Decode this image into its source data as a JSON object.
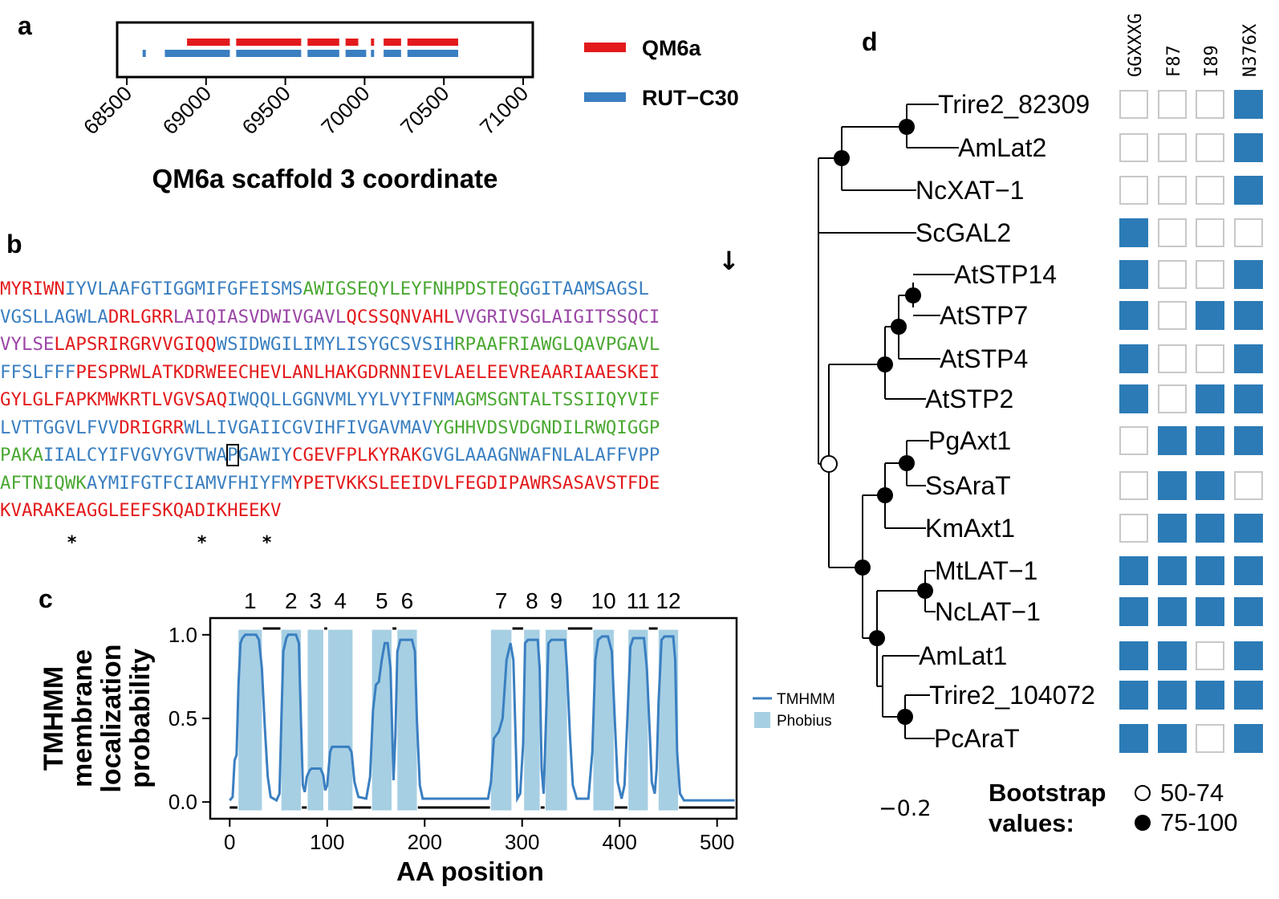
{
  "panels": {
    "a": "a",
    "b": "b",
    "c": "c",
    "d": "d"
  },
  "colors": {
    "red": "#e31a1c",
    "blue": "#3a7fc1",
    "green": "#4aa832",
    "purple": "#9b45a6",
    "lightblue": "#a6cfe3",
    "tmhmm_line": "#3a7fc1",
    "heat_fill": "#2c7bb6",
    "heat_empty": "#ffffff",
    "heat_border": "#c8c8c8"
  },
  "chart_data": [
    {
      "id": "a",
      "type": "bar",
      "xlabel": "QM6a scaffold 3 coordinate",
      "xlim": [
        68500,
        71000
      ],
      "xticks": [
        68500,
        69000,
        69500,
        70000,
        70500,
        71000
      ],
      "legend": [
        {
          "name": "QM6a",
          "color": "#e31a1c"
        },
        {
          "name": "RUT−C30",
          "color": "#3a7fc1"
        }
      ],
      "series": [
        {
          "name": "QM6a",
          "segments": [
            [
              68880,
              69150
            ],
            [
              69190,
              69600
            ],
            [
              69640,
              69840
            ],
            [
              69880,
              69960
            ],
            [
              70040,
              70060
            ],
            [
              70120,
              70230
            ],
            [
              70270,
              70590
            ]
          ]
        },
        {
          "name": "RUT−C30",
          "segments": [
            [
              68600,
              68620
            ],
            [
              68740,
              69150
            ],
            [
              69190,
              69600
            ],
            [
              69640,
              69840
            ],
            [
              69880,
              70010
            ],
            [
              70040,
              70060
            ],
            [
              70120,
              70230
            ],
            [
              70270,
              70590
            ]
          ]
        }
      ]
    },
    {
      "id": "c",
      "type": "line",
      "xlabel": "AA position",
      "ylabel": "TMHMM\nmembrane\nlocalization\nprobability",
      "xlim": [
        -20,
        520
      ],
      "ylim": [
        -0.1,
        1.1
      ],
      "xticks": [
        0,
        100,
        200,
        300,
        400,
        500
      ],
      "yticks": [
        "0.0",
        "0.5",
        "1.0"
      ],
      "legend": [
        {
          "name": "TMHMM",
          "kind": "line"
        },
        {
          "name": "Phobius",
          "kind": "box"
        }
      ],
      "tm_labels": [
        "1",
        "2",
        "3",
        "4",
        "5",
        "6",
        "7",
        "8",
        "9",
        "10",
        "11",
        "12"
      ],
      "phobius_regions": [
        [
          9,
          33
        ],
        [
          53,
          73
        ],
        [
          80,
          96
        ],
        [
          101,
          126
        ],
        [
          146,
          166
        ],
        [
          172,
          192
        ],
        [
          268,
          289
        ],
        [
          302,
          318
        ],
        [
          324,
          346
        ],
        [
          373,
          394
        ],
        [
          409,
          429
        ],
        [
          440,
          460
        ]
      ],
      "topology_bars": {
        "top": [
          [
            34,
            52
          ],
          [
            97,
            100
          ],
          [
            167,
            171
          ],
          [
            290,
            301
          ],
          [
            347,
            372
          ],
          [
            430,
            439
          ]
        ],
        "bottom": [
          [
            0,
            8
          ],
          [
            74,
            79
          ],
          [
            127,
            145
          ],
          [
            193,
            267
          ],
          [
            319,
            323
          ],
          [
            395,
            408
          ],
          [
            461,
            518
          ]
        ]
      },
      "tmhmm_profile": [
        [
          0,
          0.01
        ],
        [
          3,
          0.03
        ],
        [
          5,
          0.25
        ],
        [
          7,
          0.28
        ],
        [
          9,
          0.7
        ],
        [
          11,
          0.95
        ],
        [
          13,
          0.98
        ],
        [
          16,
          1.0
        ],
        [
          27,
          1.0
        ],
        [
          30,
          0.97
        ],
        [
          33,
          0.8
        ],
        [
          36,
          0.45
        ],
        [
          39,
          0.15
        ],
        [
          42,
          0.03
        ],
        [
          48,
          0.01
        ],
        [
          51,
          0.05
        ],
        [
          53,
          0.5
        ],
        [
          55,
          0.9
        ],
        [
          58,
          0.98
        ],
        [
          60,
          1.0
        ],
        [
          68,
          1.0
        ],
        [
          71,
          0.95
        ],
        [
          73,
          0.5
        ],
        [
          75,
          0.1
        ],
        [
          77,
          0.06
        ],
        [
          79,
          0.15
        ],
        [
          82,
          0.19
        ],
        [
          84,
          0.2
        ],
        [
          93,
          0.2
        ],
        [
          96,
          0.16
        ],
        [
          98,
          0.07
        ],
        [
          100,
          0.1
        ],
        [
          103,
          0.3
        ],
        [
          105,
          0.33
        ],
        [
          122,
          0.33
        ],
        [
          125,
          0.3
        ],
        [
          128,
          0.12
        ],
        [
          132,
          0.03
        ],
        [
          140,
          0.02
        ],
        [
          144,
          0.15
        ],
        [
          147,
          0.55
        ],
        [
          150,
          0.7
        ],
        [
          153,
          0.72
        ],
        [
          156,
          0.85
        ],
        [
          159,
          0.95
        ],
        [
          162,
          0.95
        ],
        [
          165,
          0.8
        ],
        [
          167,
          0.35
        ],
        [
          168,
          0.13
        ],
        [
          170,
          0.4
        ],
        [
          172,
          0.9
        ],
        [
          175,
          0.97
        ],
        [
          187,
          0.97
        ],
        [
          190,
          0.9
        ],
        [
          192,
          0.5
        ],
        [
          195,
          0.1
        ],
        [
          198,
          0.02
        ],
        [
          265,
          0.02
        ],
        [
          268,
          0.12
        ],
        [
          271,
          0.38
        ],
        [
          276,
          0.42
        ],
        [
          280,
          0.5
        ],
        [
          284,
          0.85
        ],
        [
          288,
          0.95
        ],
        [
          291,
          0.85
        ],
        [
          293,
          0.45
        ],
        [
          295,
          0.02
        ],
        [
          298,
          0.05
        ],
        [
          301,
          0.35
        ],
        [
          303,
          0.95
        ],
        [
          306,
          0.97
        ],
        [
          316,
          0.97
        ],
        [
          318,
          0.8
        ],
        [
          320,
          0.2
        ],
        [
          322,
          0.05
        ],
        [
          324,
          0.4
        ],
        [
          327,
          0.95
        ],
        [
          330,
          0.97
        ],
        [
          344,
          0.97
        ],
        [
          346,
          0.8
        ],
        [
          349,
          0.4
        ],
        [
          352,
          0.1
        ],
        [
          356,
          0.02
        ],
        [
          368,
          0.02
        ],
        [
          372,
          0.3
        ],
        [
          375,
          0.85
        ],
        [
          378,
          0.97
        ],
        [
          382,
          0.99
        ],
        [
          388,
          0.99
        ],
        [
          392,
          0.9
        ],
        [
          395,
          0.5
        ],
        [
          398,
          0.12
        ],
        [
          402,
          0.02
        ],
        [
          405,
          0.1
        ],
        [
          408,
          0.5
        ],
        [
          411,
          0.93
        ],
        [
          414,
          0.98
        ],
        [
          425,
          0.98
        ],
        [
          428,
          0.8
        ],
        [
          431,
          0.4
        ],
        [
          433,
          0.12
        ],
        [
          436,
          0.05
        ],
        [
          438,
          0.2
        ],
        [
          440,
          0.6
        ],
        [
          443,
          0.97
        ],
        [
          446,
          0.99
        ],
        [
          455,
          0.99
        ],
        [
          457,
          0.85
        ],
        [
          459,
          0.3
        ],
        [
          462,
          0.05
        ],
        [
          466,
          0.01
        ],
        [
          518,
          0.01
        ]
      ]
    },
    {
      "id": "d",
      "type": "heatmap",
      "title": "",
      "columns": [
        "GGXXXG",
        "F87",
        "I89",
        "N376X"
      ],
      "rows": [
        "Trire2_82309",
        "AmLat2",
        "NcXAT−1",
        "ScGAL2",
        "AtSTP14",
        "AtSTP7",
        "AtSTP4",
        "AtSTP2",
        "PgAxt1",
        "SsAraT",
        "KmAxt1",
        "MtLAT−1",
        "NcLAT−1",
        "AmLat1",
        "Trire2_104072",
        "PcAraT"
      ],
      "values": [
        [
          0,
          0,
          0,
          1
        ],
        [
          0,
          0,
          0,
          1
        ],
        [
          0,
          0,
          0,
          1
        ],
        [
          1,
          0,
          0,
          0
        ],
        [
          1,
          0,
          0,
          1
        ],
        [
          1,
          0,
          1,
          1
        ],
        [
          1,
          0,
          0,
          1
        ],
        [
          1,
          0,
          1,
          1
        ],
        [
          0,
          1,
          1,
          1
        ],
        [
          0,
          1,
          1,
          0
        ],
        [
          0,
          1,
          1,
          1
        ],
        [
          1,
          1,
          1,
          1
        ],
        [
          1,
          1,
          1,
          1
        ],
        [
          1,
          1,
          0,
          1
        ],
        [
          1,
          1,
          1,
          1
        ],
        [
          1,
          1,
          0,
          1
        ]
      ],
      "scale_label": "−0.2",
      "bootstrap_title": "Bootstrap\nvalues:",
      "bootstrap_legend": [
        "50-74",
        "75-100"
      ]
    }
  ],
  "sequence": {
    "lines": [
      [
        [
          "MYRIWN",
          "red"
        ],
        [
          "IYVLAAFGTIGGMIFGFEISMS",
          "blue"
        ],
        [
          "AWIGSEQYLEYFNHPDSTEQ",
          "green"
        ],
        [
          "GGITAAMSAGSL",
          "blue"
        ]
      ],
      [
        [
          "VGSLLAGWLA",
          "blue"
        ],
        [
          "DRLGRR",
          "red"
        ],
        [
          "LAIQIASVDWIVGAVL",
          "purple"
        ],
        [
          "QCSSQNVAHL",
          "red"
        ],
        [
          "VVGRIVSGLAIGITSSQCI",
          "purple"
        ]
      ],
      [
        [
          "VYLSE",
          "purple"
        ],
        [
          "LAPSRIRGRVVGIQQ",
          "red"
        ],
        [
          "WSIDWGILIMYLISYGCSVSIH",
          "blue"
        ],
        [
          "RPAAFRIAWGLQAVPGAVL",
          "green"
        ]
      ],
      [
        [
          "FFSLFFF",
          "blue"
        ],
        [
          "PESPRWLATKDRWEECHEVLANLHAKGDRNNIEVLAELEEVREAARIAAESKEI",
          "red"
        ]
      ],
      [
        [
          "GYLGLFAPKMWKRTLVGVSAQ",
          "red"
        ],
        [
          "IWQQLLGGNVMLYYLVYIFNM",
          "blue"
        ],
        [
          "AGMSGNTALTSSIIQYVIF",
          "green"
        ]
      ],
      [
        [
          "LVTTGGVLFVV",
          "blue"
        ],
        [
          "DRIGRR",
          "red"
        ],
        [
          "WLLIVGAIICGVIHFIVGAVMAV",
          "blue"
        ],
        [
          "YGHHVDSVDGNDILRWQIGGP",
          "green"
        ]
      ],
      [
        [
          "PAKA",
          "green"
        ],
        [
          "IIALCYIFVGVYGVTWA",
          "blue"
        ],
        [
          "P",
          "blue",
          "boxed"
        ],
        [
          "GAWIY",
          "blue"
        ],
        [
          "CGEVFPLKYRAK",
          "red"
        ],
        [
          "GVGLAAAGNWAFNLALAFFVPP",
          "blue"
        ]
      ],
      [
        [
          "AFTNIQWK",
          "green"
        ],
        [
          "AYMIFGTFCIAMVFHIYFM",
          "blue"
        ],
        [
          "YPETVKKSLEEIDVLFEGDIPAWRSASAVSTFDE",
          "red"
        ]
      ],
      [
        [
          "KVARAKEAGGLEEFSKQADIKHEEKV",
          "red"
        ]
      ]
    ],
    "stars": [
      "*",
      "*",
      "*"
    ],
    "arrow_label": "↓"
  }
}
